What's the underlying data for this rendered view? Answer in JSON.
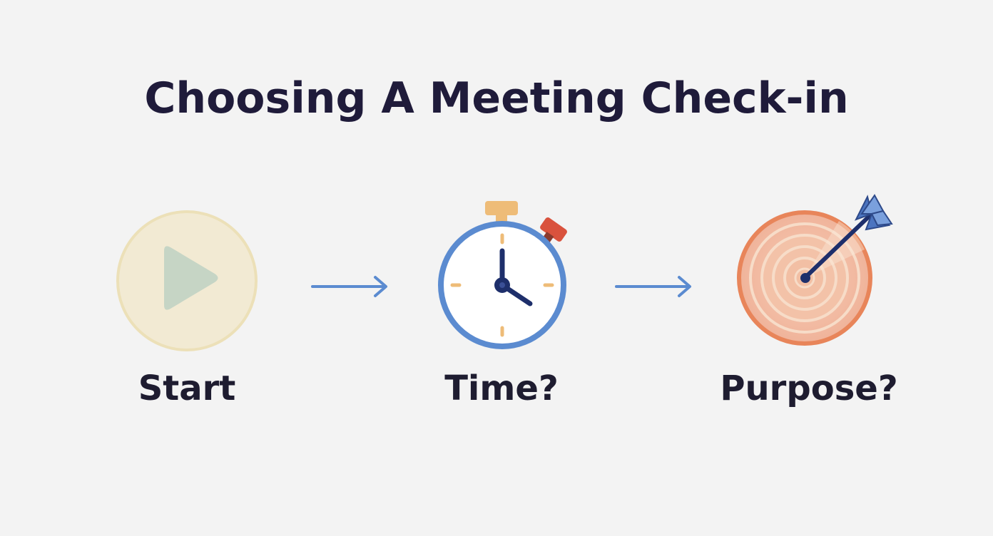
{
  "title": "Choosing A Meeting Check-in",
  "steps": [
    {
      "label": "Start",
      "icon": "play-icon"
    },
    {
      "label": "Time?",
      "icon": "stopwatch-icon"
    },
    {
      "label": "Purpose?",
      "icon": "target-icon"
    }
  ],
  "colors": {
    "background": "#f3f3f3",
    "title": "#1f1b3a",
    "arrow": "#5b8bd0",
    "clock_ring": "#5b8bd0",
    "clock_hands": "#1e2f6b",
    "clock_top": "#eebc78",
    "clock_side": "#d9523d",
    "target_outer": "#e8855a",
    "play_circle": "#f1e9d2",
    "play_triangle": "#c7d6c6"
  }
}
